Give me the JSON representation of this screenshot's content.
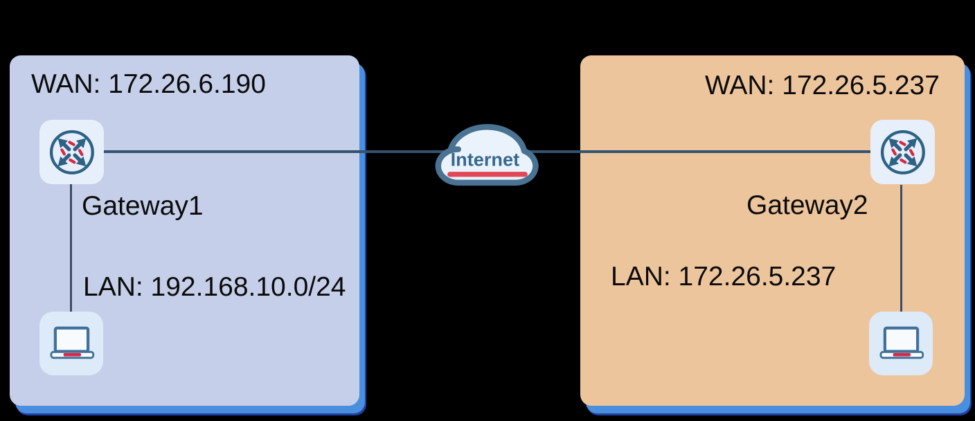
{
  "site1": {
    "wan_label": "WAN: 172.26.6.190",
    "gateway_label": "Gateway1",
    "lan_label": "LAN: 192.168.10.0/24",
    "panel_color": "#c6cfe9"
  },
  "site2": {
    "wan_label": "WAN: 172.26.5.237",
    "gateway_label": "Gateway2",
    "lan_label": "LAN: 172.26.5.237",
    "panel_color": "#edc59d"
  },
  "internet": {
    "label": "Internet"
  },
  "colors": {
    "background": "#000000",
    "panel_shadow_blue": "#4a8ede",
    "panel_shadow_dark": "#1e41a0",
    "connection_line": "#33536f",
    "icon_stroke_blue": "#2e6285",
    "icon_accent_red": "#d92744",
    "cloud_fill": "#eaf3fb",
    "cloud_stroke": "#4a7292",
    "cloud_text": "#38688f",
    "cloud_stripe_red": "#e04757"
  }
}
